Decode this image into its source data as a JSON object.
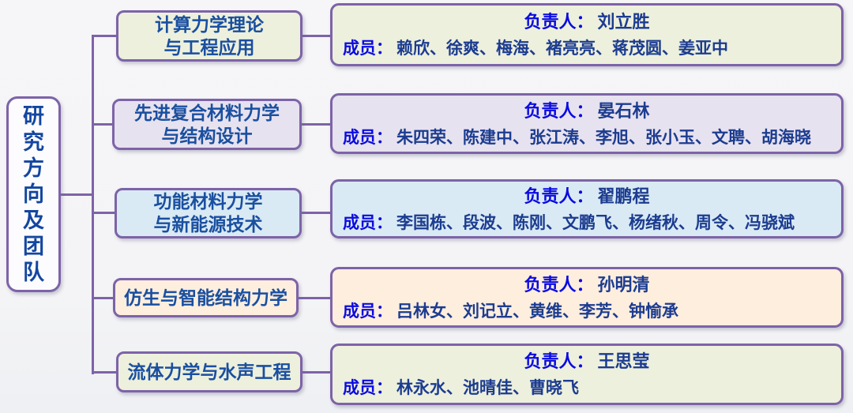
{
  "page": {
    "background": "#f5f5f7",
    "connector_color": "#7d63a8",
    "label_blue": "#0b0be0",
    "name_blue": "#1c3c90",
    "title_blue": "#1a4fa0"
  },
  "root": {
    "label": "研究方向及团队",
    "fill": "#fcfcfe",
    "text_color": "#1346a0"
  },
  "teams": [
    {
      "title": "计算力学理论\n与工程应用",
      "leader_label": "负责人：",
      "leader": "刘立胜",
      "members_label": "成员：",
      "members": "赖欣、徐爽、梅海、褚亮亮、蒋茂圆、姜亚中",
      "fill": "#edf0dc"
    },
    {
      "title": "先进复合材料力学\n与结构设计",
      "leader_label": "负责人：",
      "leader": "晏石林",
      "members_label": "成员：",
      "members": "朱四荣、陈建中、张江涛、李旭、张小玉、文聘、胡海晓",
      "fill": "#e7e2ef"
    },
    {
      "title": "功能材料力学\n与新能源技术",
      "leader_label": "负责人：",
      "leader": "翟鹏程",
      "members_label": "成员：",
      "members": "李国栋、段波、陈刚、文鹏飞、杨绪秋、周令、冯骁斌",
      "fill": "#d9eaf4"
    },
    {
      "title": "仿生与智能结构力学",
      "leader_label": "负责人：",
      "leader": "孙明清",
      "members_label": "成员：",
      "members": "吕林女、刘记立、黄维、李芳、钟愉承",
      "fill": "#fdeede"
    },
    {
      "title": "流体力学与水声工程",
      "leader_label": "负责人：",
      "leader": "王思莹",
      "members_label": "成员：",
      "members": "林永水、池晴佳、曹晓飞",
      "fill": "#edf0dc"
    }
  ]
}
